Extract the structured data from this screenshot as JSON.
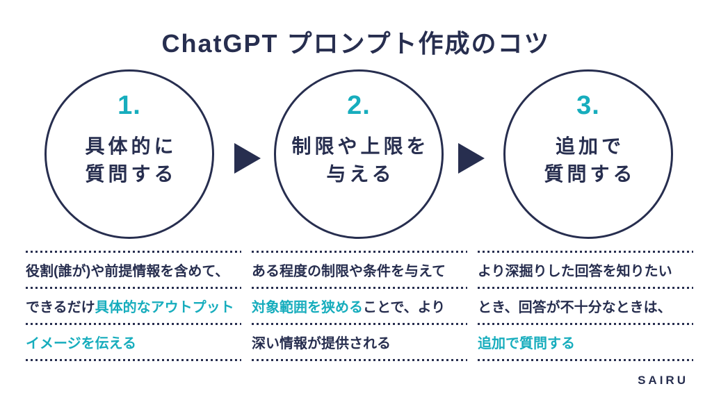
{
  "title": "ChatGPT プロンプト作成のコツ",
  "colors": {
    "navy": "#272e4f",
    "teal": "#17adbd",
    "background": "#ffffff"
  },
  "steps": [
    {
      "number": "1.",
      "circle_line1": "具体的に",
      "circle_line2": "質問する",
      "desc_lines": [
        [
          {
            "text": "役割(誰が)や前提情報を含めて、",
            "accent": false
          }
        ],
        [
          {
            "text": "できるだけ",
            "accent": false
          },
          {
            "text": "具体的なアウトプット",
            "accent": true
          }
        ],
        [
          {
            "text": "イメージを伝える",
            "accent": true
          }
        ]
      ]
    },
    {
      "number": "2.",
      "circle_line1": "制限や上限を",
      "circle_line2": "与える",
      "desc_lines": [
        [
          {
            "text": "ある程度の制限や条件を与えて",
            "accent": false
          }
        ],
        [
          {
            "text": "対象範囲を狭める",
            "accent": true
          },
          {
            "text": "ことで、より",
            "accent": false
          }
        ],
        [
          {
            "text": "深い情報が提供される",
            "accent": false
          }
        ]
      ]
    },
    {
      "number": "3.",
      "circle_line1": "追加で",
      "circle_line2": "質問する",
      "desc_lines": [
        [
          {
            "text": "より深掘りした回答を知りたい",
            "accent": false
          }
        ],
        [
          {
            "text": "とき、回答が不十分なときは、",
            "accent": false
          }
        ],
        [
          {
            "text": "追加で質問する",
            "accent": true
          }
        ]
      ]
    }
  ],
  "footer": {
    "logo": "SAIRU"
  }
}
